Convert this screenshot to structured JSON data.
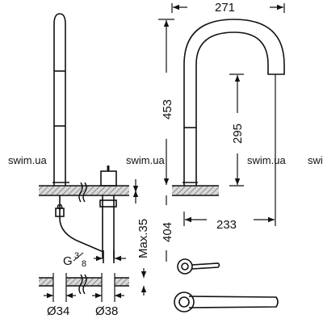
{
  "watermarks": [
    "swim.ua",
    "swim.ua",
    "swim.ua",
    "swi"
  ],
  "dimensions": {
    "spout_width": "271",
    "total_height": "453",
    "spout_drop": "295",
    "spout_height": "404",
    "spout_reach": "233",
    "max_thickness": "Max.35",
    "connection_thread": "G",
    "thread_num": "3",
    "thread_den": "8",
    "hole_mixer": "Ø34",
    "hole_spout": "Ø38"
  },
  "colors": {
    "line": "#111111",
    "hatch": "#555555",
    "background": "#ffffff"
  }
}
